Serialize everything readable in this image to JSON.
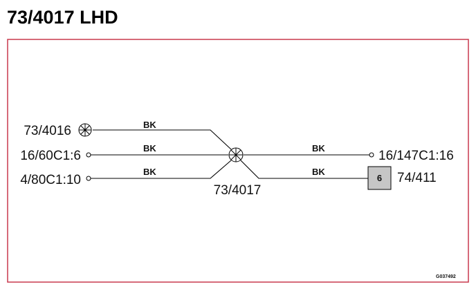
{
  "title": "73/4017 LHD",
  "colors": {
    "frame": "#c8384d",
    "wire": "#000000",
    "connector_fill": "#c6c6c6"
  },
  "diagram": {
    "left_nodes": [
      {
        "label": "73/4016",
        "symbol": "crossed-circle"
      },
      {
        "label": "16/60C1:6",
        "symbol": "open-circle"
      },
      {
        "label": "4/80C1:10",
        "symbol": "open-circle"
      }
    ],
    "center_node": {
      "label": "73/4017",
      "symbol": "crossed-circle"
    },
    "right_nodes": [
      {
        "label": "16/147C1:16",
        "symbol": "open-circle"
      },
      {
        "label": "74/411",
        "symbol": "connector-box",
        "pin": "6"
      }
    ],
    "wire_colors": {
      "w1": "BK",
      "w2": "BK",
      "w3": "BK",
      "w4": "BK",
      "w5": "BK"
    },
    "drawing_id": "G037492"
  }
}
